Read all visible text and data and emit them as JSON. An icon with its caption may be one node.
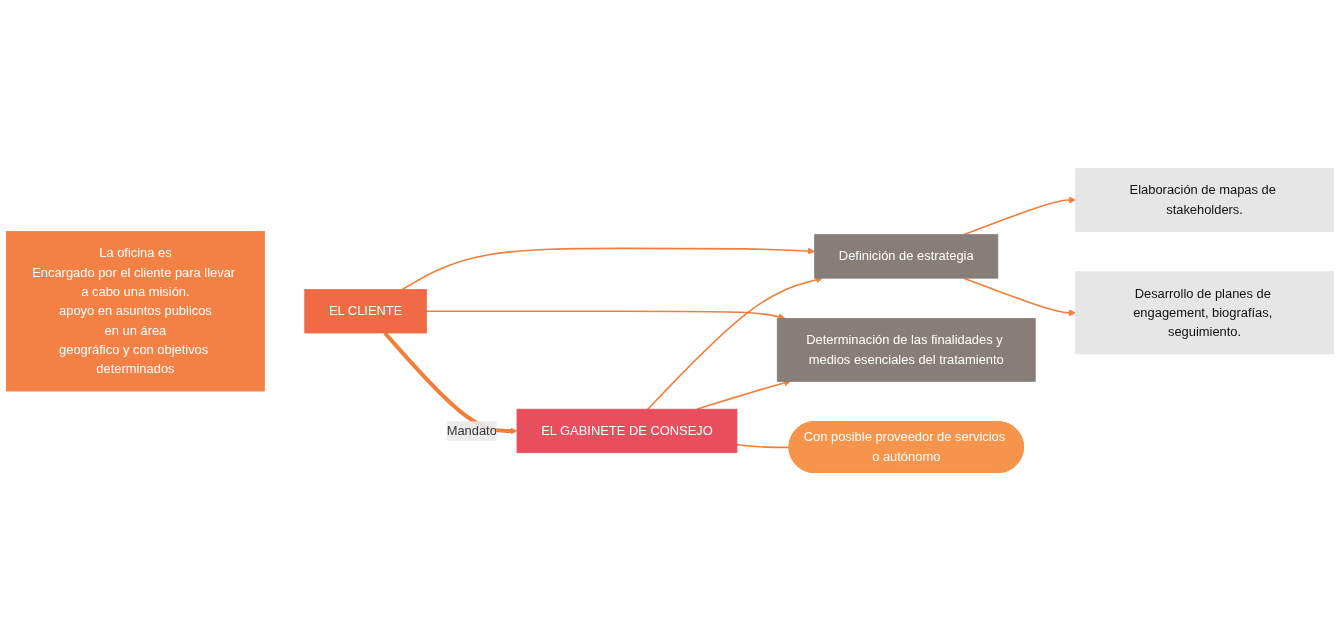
{
  "diagram": {
    "nodes": [
      {
        "text": [
          "La oficina es",
          "Encargado por el cliente para llevar a cabo una misión.",
          "apoyo en asuntos publicos",
          "en un área",
          "geográfico y con objetivos determinados"
        ]
      },
      {
        "text": [
          "EL CLIENTE"
        ]
      },
      {
        "text": [
          "EL GABINETE DE CONSEJO"
        ]
      },
      {
        "text": [
          "Definición de estrategia"
        ]
      },
      {
        "text": [
          "Determinación de las finalidades y medios esenciales del tratamiento"
        ]
      },
      {
        "text": [
          "Elaboración de mapas de stakeholders."
        ]
      },
      {
        "text": [
          "Desarrollo de planes de engagement, biografías, seguimiento."
        ]
      },
      {
        "text": [
          "Con posible proveedor de servicios o autónomo"
        ]
      }
    ],
    "edges": [
      {
        "from": 1,
        "to": 2,
        "arrow": "to",
        "label": "Mandato",
        "style": "thick"
      },
      {
        "from": 1,
        "to": 3,
        "arrow": "to"
      },
      {
        "from": 1,
        "to": 4,
        "arrow": "to"
      },
      {
        "from": 2,
        "to": 3,
        "arrow": "to"
      },
      {
        "from": 2,
        "to": 4,
        "arrow": "to"
      },
      {
        "from": 3,
        "to": 5,
        "arrow": "to"
      },
      {
        "from": 3,
        "to": 6,
        "arrow": "to"
      },
      {
        "from": 2,
        "to": 7,
        "arrow": "none"
      }
    ]
  }
}
